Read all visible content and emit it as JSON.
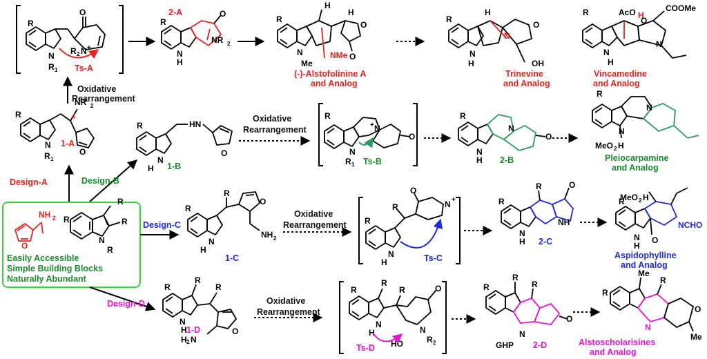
{
  "colors": {
    "red": "#e8231f",
    "green": "#1b8a2d",
    "blue": "#1f2bd6",
    "magenta": "#e615d2",
    "teal": "#2e9a62",
    "black": "#000000",
    "box_border": "#39d139"
  },
  "building_blocks": {
    "line1": "Easily Accessible",
    "line2": "Simple Building Blocks",
    "line3": "Naturally Abundant",
    "amine": "NH",
    "amine_sub": "2"
  },
  "designs": {
    "a": "Design-A",
    "b": "Design-B",
    "c": "Design-C",
    "d": "Design-D"
  },
  "step": {
    "line1": "Oxidative",
    "line2": "Rearrangement",
    "vertical_line1": "Oxidative",
    "vertical_line2": "Rearrangement"
  },
  "compounds": {
    "c1a": "1-A",
    "c1b": "1-B",
    "c1c": "1-C",
    "c1d": "1-D",
    "c2a": "2-A",
    "c2b": "2-B",
    "c2c": "2-C",
    "c2d": "2-D"
  },
  "transition_states": {
    "a": "Ts-A",
    "b": "Ts-B",
    "c": "Ts-C",
    "d": "Ts-D"
  },
  "targets": {
    "alstofolinine_l1": "(-)-Alstofolinine A",
    "alstofolinine_l2": "and Analog",
    "trinevine_l1": "Trinevine",
    "trinevine_l2": "and Analog",
    "vincamedine_l1": "Vincamedine",
    "vincamedine_l2": "and Analog",
    "pleiocarpamine_l1": "Pleiocarpamine",
    "pleiocarpamine_l2": "and Analog",
    "aspidophylline_l1": "Aspidophylline",
    "aspidophylline_l2": "and Analog",
    "alstoscholarisines_l1": "Alstoscholarisines",
    "alstoscholarisines_l2": "and Analog"
  },
  "atoms": {
    "R": "R",
    "N": "N",
    "NH": "NH",
    "H": "H",
    "O": "O",
    "HN": "HN",
    "R1": "R",
    "sub1": "1",
    "NR2": "NR",
    "sub2": "2",
    "NH2": "NH",
    "NMe": "NMe",
    "Me": "Me",
    "OH": "OH",
    "AcO": "AcO",
    "COOMe": "COOMe",
    "MeO2C": "MeO",
    "NCHO": "NCHO",
    "GHP": "GHP",
    "HO": "HO",
    "R2N": "R",
    "plus": "+",
    "star": "*"
  }
}
